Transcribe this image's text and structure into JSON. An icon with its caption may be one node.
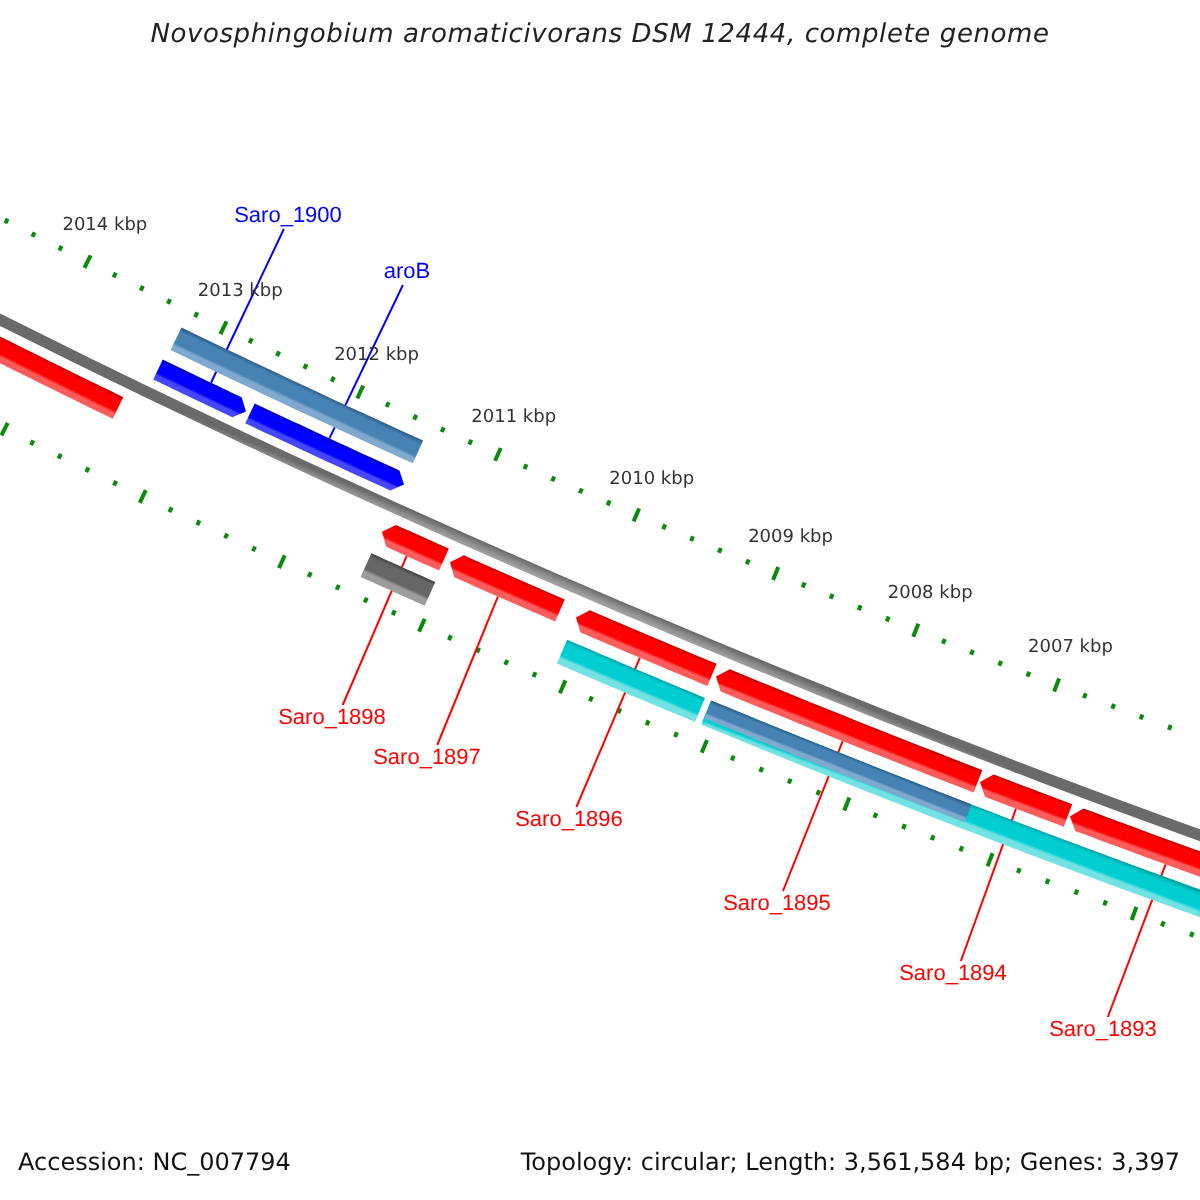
{
  "diagram": {
    "title": "Novosphingobium aromaticivorans DSM 12444, complete genome",
    "nodes": [
      {
        "text": [
          "Saro_1900"
        ]
      },
      {
        "text": [
          "aroB"
        ]
      },
      {
        "text": [
          "Saro_1898"
        ]
      },
      {
        "text": [
          "Saro_1897"
        ]
      },
      {
        "text": [
          "Saro_1896"
        ]
      },
      {
        "text": [
          "Saro_1895"
        ]
      },
      {
        "text": [
          "Saro_1894"
        ]
      },
      {
        "text": [
          "Saro_1893"
        ]
      },
      {
        "text": [],
        "shape": "bar"
      },
      {
        "text": [],
        "shape": "pentagon"
      },
      {
        "text": [],
        "shape": "pentagon"
      },
      {
        "text": [],
        "shape": "bar"
      },
      {
        "text": [],
        "shape": "pentagon"
      },
      {
        "text": [],
        "shape": "pentagon"
      },
      {
        "text": [],
        "shape": "pentagon"
      },
      {
        "text": [],
        "shape": "pentagon"
      },
      {
        "text": [],
        "shape": "pentagon"
      },
      {
        "text": [],
        "shape": "pentagon"
      },
      {
        "text": [],
        "shape": "bar"
      },
      {
        "text": [],
        "shape": "bar"
      },
      {
        "text": [],
        "shape": "bar"
      },
      {
        "text": [],
        "shape": "bar",
        "in": 20
      }
    ],
    "edges": [
      {
        "from": 0,
        "to": 9,
        "arrow": "none",
        "color": "#0000ff"
      },
      {
        "from": 1,
        "to": 10,
        "arrow": "none",
        "color": "#0000ff"
      },
      {
        "from": 2,
        "to": 12,
        "arrow": "none"
      },
      {
        "from": 3,
        "to": 13,
        "arrow": "none"
      },
      {
        "from": 4,
        "to": 14,
        "arrow": "none"
      },
      {
        "from": 5,
        "to": 15,
        "arrow": "none"
      },
      {
        "from": 6,
        "to": 16,
        "arrow": "none"
      },
      {
        "from": 7,
        "to": 17,
        "arrow": "none"
      }
    ],
    "labels": [
      "2014 kbp",
      "2013 kbp",
      "2012 kbp",
      "2011 kbp",
      "2010 kbp",
      "2009 kbp",
      "2008 kbp",
      "2007 kbp",
      "Accession: NC_007794",
      "Topology: circular; Length: 3,561,584 bp; Genes: 3,397"
    ]
  }
}
